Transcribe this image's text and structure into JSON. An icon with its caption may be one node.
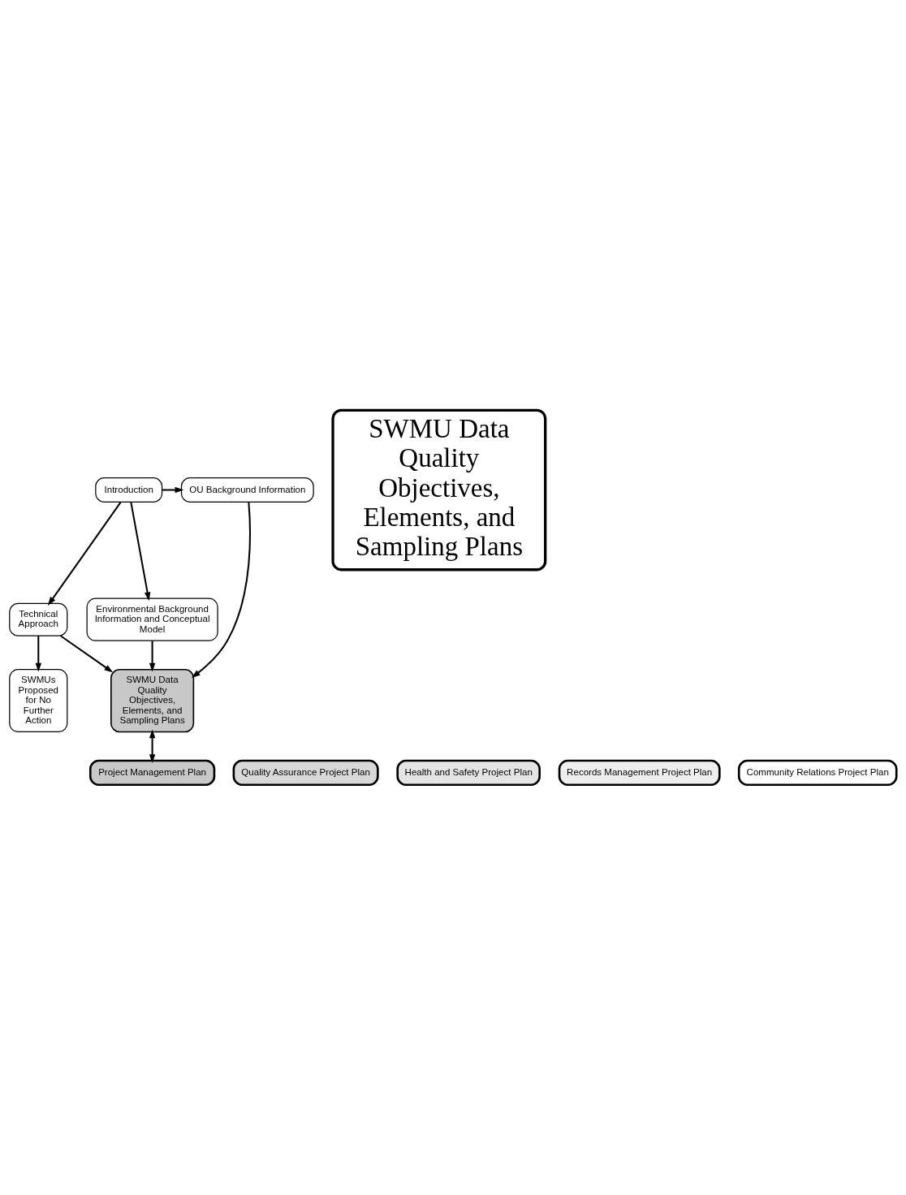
{
  "diagram": {
    "nodes": [
      {
        "text": [
          "Introduction"
        ]
      },
      {
        "text": [
          "OU Background Information"
        ]
      },
      {
        "text": [
          "Environmental Background Information and Conceptual Model"
        ]
      },
      {
        "text": [
          "SWMU Data Quality Objectives, Elements, and Sampling Plans"
        ]
      },
      {
        "text": [
          "Technical Approach"
        ]
      },
      {
        "text": [
          "SWMUs Proposed for No Further Action"
        ]
      },
      {
        "text": [
          "Project Management Plan"
        ]
      },
      {
        "text": [
          "Quality Assurance Project Plan"
        ]
      },
      {
        "text": [
          "Health and Safety Project Plan"
        ]
      },
      {
        "text": [
          "Records Management Project Plan"
        ]
      },
      {
        "text": [
          "Community Relations Project Plan"
        ]
      },
      {
        "text": [
          "SWMU Data Quality Objectives, Elements, and Sampling Plans"
        ]
      }
    ],
    "edges": [
      {
        "from": 0,
        "to": 1,
        "arrow": "to"
      },
      {
        "from": 0,
        "to": 2,
        "arrow": "to"
      },
      {
        "from": 1,
        "to": 3,
        "arrow": "to"
      },
      {
        "from": 2,
        "to": 3,
        "arrow": "to"
      },
      {
        "from": 0,
        "to": 4,
        "arrow": "to"
      },
      {
        "from": 4,
        "to": 3,
        "arrow": "to"
      },
      {
        "from": 3,
        "to": 6,
        "arrow": "both"
      },
      {
        "from": 4,
        "to": 5,
        "arrow": "to"
      }
    ]
  }
}
